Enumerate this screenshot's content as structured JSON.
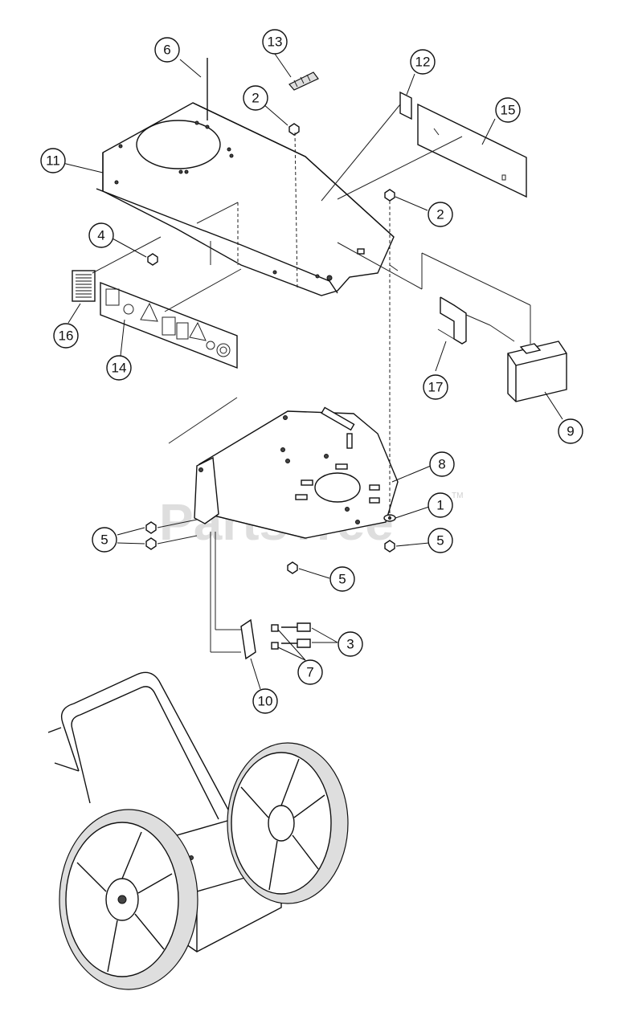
{
  "watermark": {
    "text": "PartsTree",
    "trademark": "TM"
  },
  "callouts": {
    "c1": "1",
    "c2a": "2",
    "c2b": "2",
    "c3": "3",
    "c4": "4",
    "c5a": "5",
    "c5b": "5",
    "c5c": "5",
    "c6": "6",
    "c7": "7",
    "c8": "8",
    "c9": "9",
    "c10": "10",
    "c11": "11",
    "c12": "12",
    "c13": "13",
    "c14": "14",
    "c15": "15",
    "c16": "16",
    "c17": "17"
  }
}
